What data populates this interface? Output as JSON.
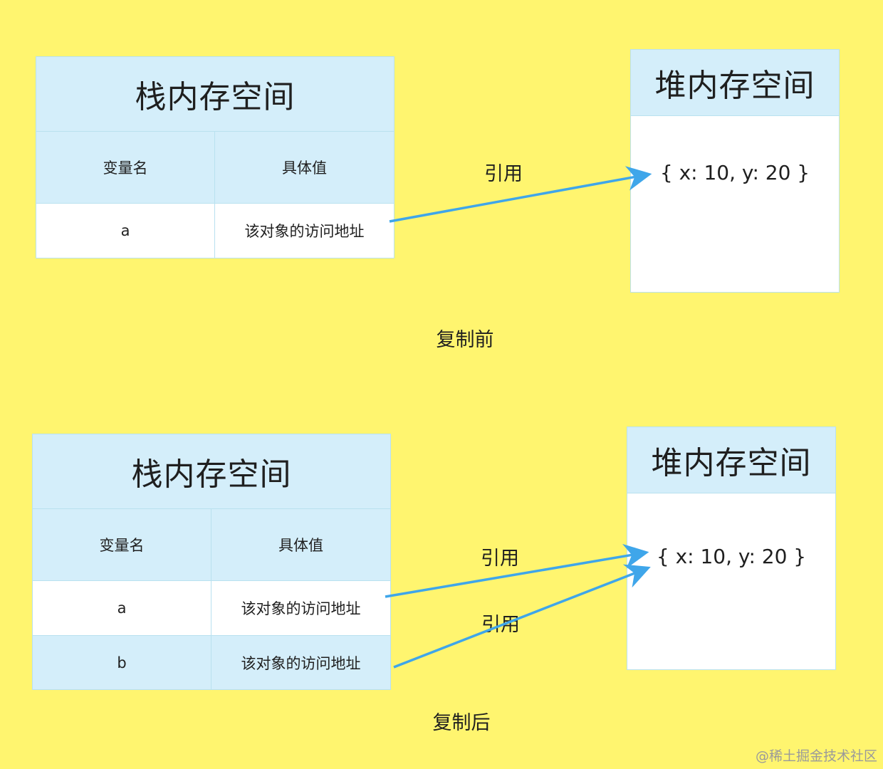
{
  "before": {
    "stack": {
      "title": "栈内存空间",
      "col_name": "变量名",
      "col_value": "具体值",
      "rows": [
        {
          "name": "a",
          "value": "该对象的访问地址"
        }
      ]
    },
    "heap": {
      "title": "堆内存空间",
      "value": "{ x: 10, y: 20 }"
    },
    "arrow_label": "引用",
    "caption": "复制前"
  },
  "after": {
    "stack": {
      "title": "栈内存空间",
      "col_name": "变量名",
      "col_value": "具体值",
      "rows": [
        {
          "name": "a",
          "value": "该对象的访问地址"
        },
        {
          "name": "b",
          "value": "该对象的访问地址"
        }
      ]
    },
    "heap": {
      "title": "堆内存空间",
      "value": "{ x: 10, y: 20 }"
    },
    "arrow_label_a": "引用",
    "arrow_label_b": "引用",
    "caption": "复制后"
  },
  "watermark": "@稀土掘金技术社区",
  "colors": {
    "background": "#fff56f",
    "header_fill": "#d4eefa",
    "border": "#b9e1ef",
    "arrow": "#3fa6ea"
  }
}
